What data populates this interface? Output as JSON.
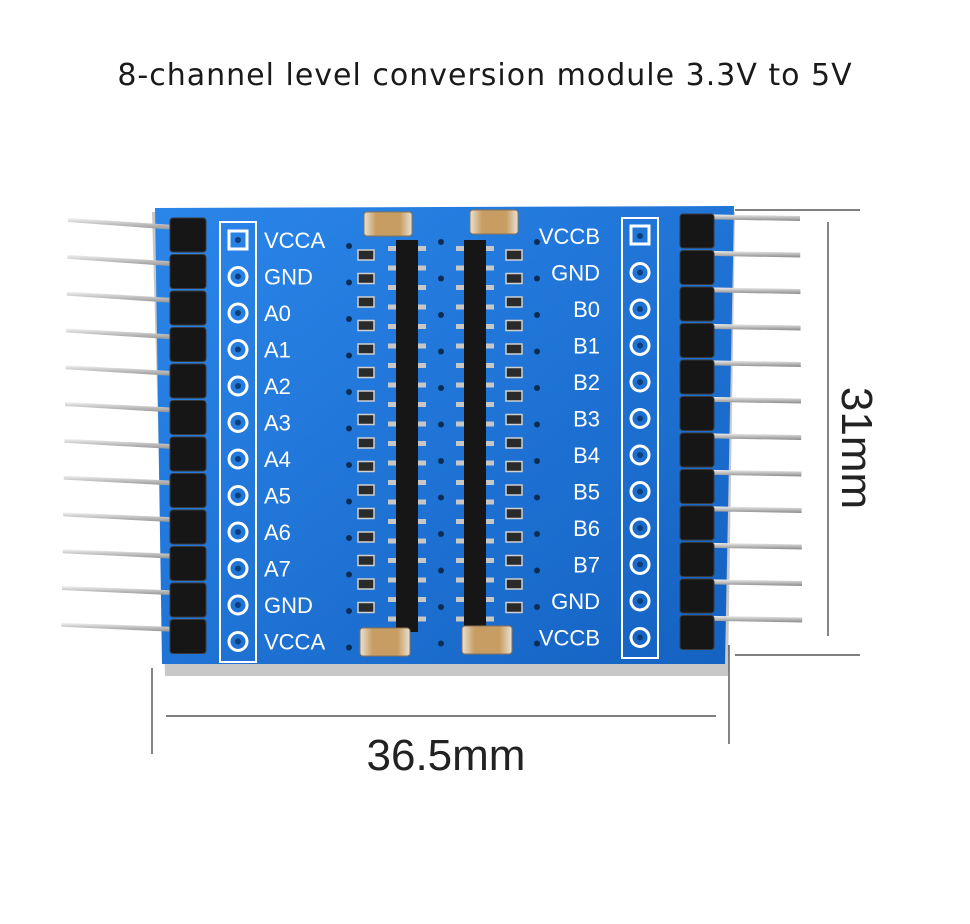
{
  "title": "8-channel level conversion module 3.3V to 5V",
  "left_labels": [
    "VCCA",
    "GND",
    "A0",
    "A1",
    "A2",
    "A3",
    "A4",
    "A5",
    "A6",
    "A7",
    "GND",
    "VCCA"
  ],
  "right_labels": [
    "VCCB",
    "GND",
    "B0",
    "B1",
    "B2",
    "B3",
    "B4",
    "B5",
    "B6",
    "B7",
    "GND",
    "VCCB"
  ],
  "dimension_width": "36.5mm",
  "dimension_height": "31mm",
  "colors": {
    "pcb": "#1f73d6",
    "header": "#1a1a1a",
    "pin": "#d8d8d8",
    "capacitor": "#c9a06a"
  }
}
